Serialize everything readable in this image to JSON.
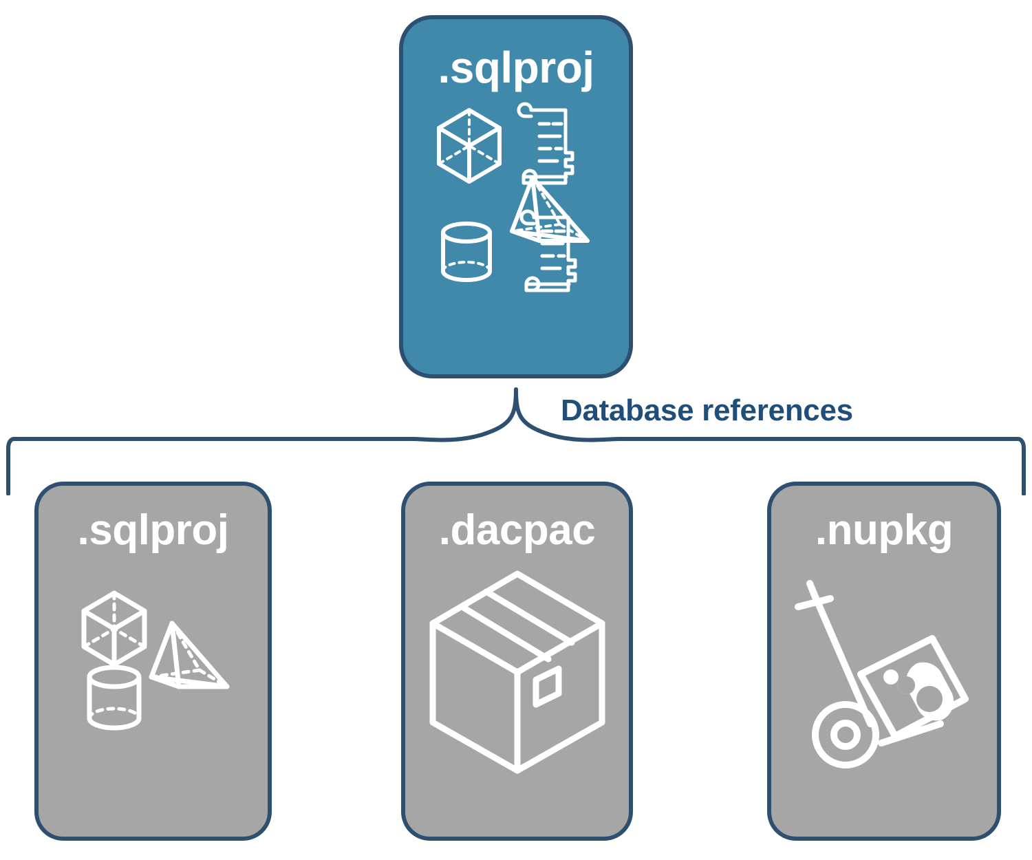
{
  "diagram": {
    "title": "SQL database project database references",
    "background_color": "#ffffff",
    "accent_color": "#4089ab",
    "outline_color": "#2d5070",
    "neutral_color": "#a6a6a6",
    "label_color": "#1f4e79"
  },
  "root_card": {
    "label": ".sqlproj",
    "fill": "#4089ab",
    "icons": [
      "cube-wireframe-icon",
      "scroll-icon",
      "pyramid-wireframe-icon",
      "cylinder-wireframe-icon",
      "scroll-icon"
    ]
  },
  "connector": {
    "label": "Database references",
    "style": "curly-brace-bracket",
    "color": "#2d5070"
  },
  "reference_cards": [
    {
      "label": ".sqlproj",
      "fill": "#a6a6a6",
      "icons": [
        "cube-wireframe-icon",
        "pyramid-wireframe-icon",
        "cylinder-wireframe-icon"
      ]
    },
    {
      "label": ".dacpac",
      "fill": "#a6a6a6",
      "icons": [
        "shipping-box-icon"
      ]
    },
    {
      "label": ".nupkg",
      "fill": "#a6a6a6",
      "icons": [
        "hand-truck-package-icon"
      ]
    }
  ]
}
